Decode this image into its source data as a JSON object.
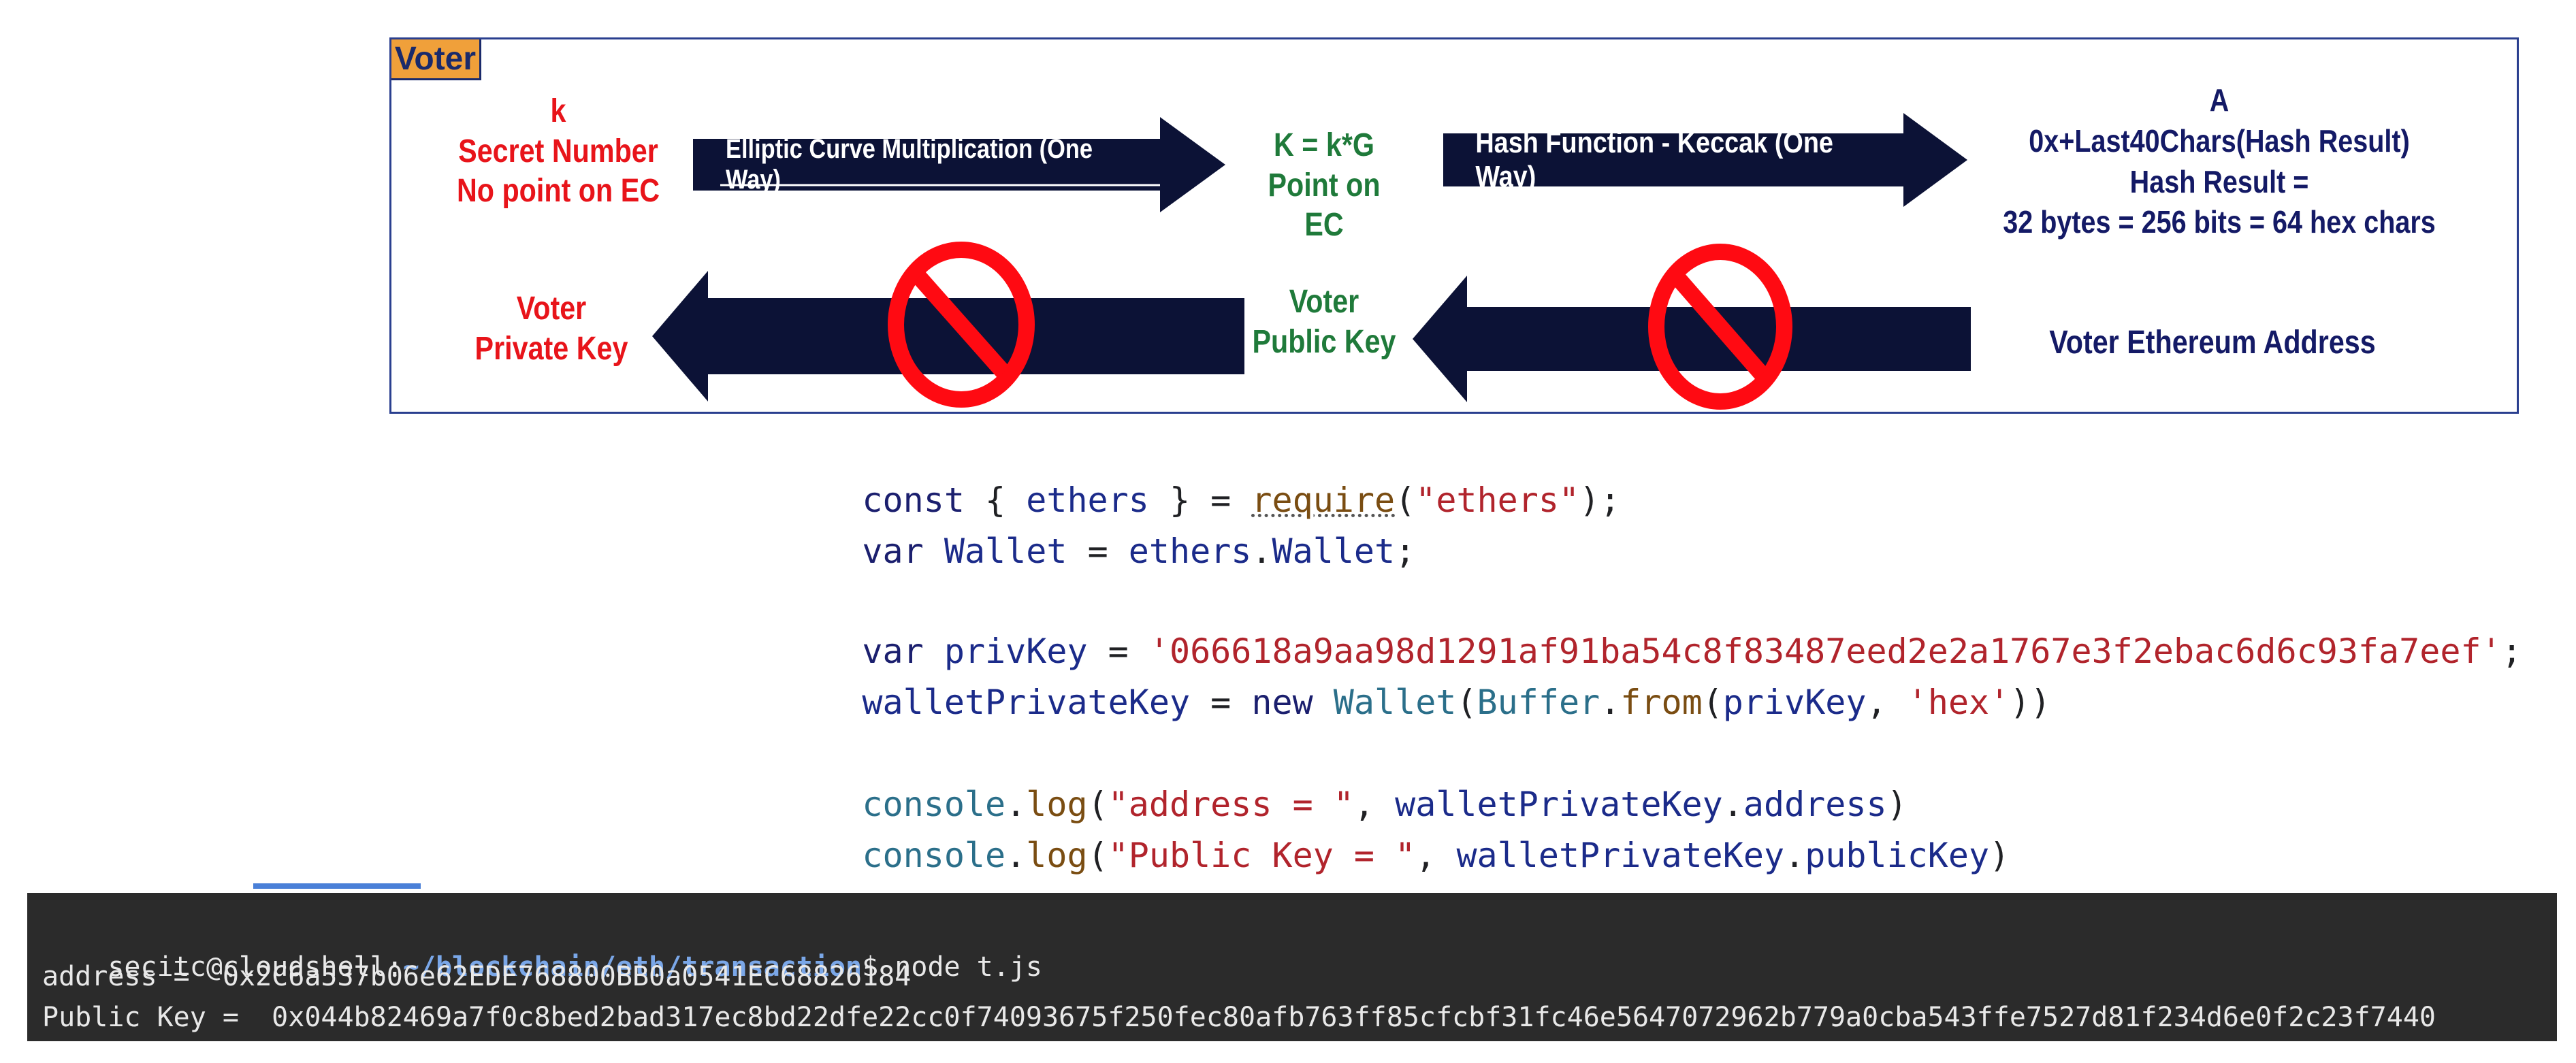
{
  "diagram": {
    "tag": "Voter",
    "secret_number": [
      "k",
      "Secret Number",
      "No point on EC"
    ],
    "ec_multiplication_label": "Elliptic Curve Multiplication (One Way)",
    "public_point": [
      "K = k*G",
      "Point on EC"
    ],
    "hash_function_label": "Hash Function - Keccak (One Way)",
    "address_derivation": [
      "A",
      "0x+Last40Chars(Hash Result)",
      "Hash Result =",
      "32 bytes = 256 bits = 64 hex chars"
    ],
    "private_key": [
      "Voter",
      "Private Key"
    ],
    "public_key": [
      "Voter",
      "Public Key"
    ],
    "ethereum_address": "Voter Ethereum Address",
    "icons": [
      "arrow-right-icon",
      "arrow-left-icon",
      "prohibited-icon"
    ],
    "colors": {
      "red": "#e8141a",
      "green": "#1f7a3a",
      "navy": "#141a66",
      "arrow": "#0c1236",
      "prohibit": "#ff0a12",
      "tag": "#f0a03a"
    }
  },
  "code": {
    "line1": {
      "kw": "const",
      "p1": " { ",
      "id": "ethers",
      "p2": " } = ",
      "fn": "require",
      "p3": "(",
      "str": "\"ethers\"",
      "p4": ");"
    },
    "line2": {
      "kw": "var",
      "p1": " ",
      "id": "Wallet",
      "p2": " = ",
      "id2": "ethers",
      "p3": ".",
      "id3": "Wallet",
      "p4": ";"
    },
    "line3": {
      "kw": "var",
      "p1": " ",
      "id": "privKey",
      "p2": " = ",
      "str": "'066618a9aa98d1291af91ba54c8f83487eed2e2a1767e3f2ebac6d6c93fa7eef'",
      "p3": ";"
    },
    "line4": {
      "id": "walletPrivateKey",
      "p1": " = ",
      "kw": "new",
      "p2": " ",
      "cls": "Wallet",
      "p3": "(",
      "cls2": "Buffer",
      "p4": ".",
      "fn": "from",
      "p5": "(",
      "id2": "privKey",
      "p6": ", ",
      "str": "'hex'",
      "p7": "))"
    },
    "line5": {
      "cls": "console",
      "p1": ".",
      "fn": "log",
      "p2": "(",
      "str": "\"address = \"",
      "p3": ", ",
      "id": "walletPrivateKey",
      "p4": ".",
      "id2": "address",
      "p5": ")"
    },
    "line6": {
      "cls": "console",
      "p1": ".",
      "fn": "log",
      "p2": "(",
      "str": "\"Public Key = \"",
      "p3": ", ",
      "id": "walletPrivateKey",
      "p4": ".",
      "id2": "publicKey",
      "p5": ")"
    }
  },
  "terminal": {
    "prompt_user": "secitc@cloudshell:",
    "prompt_path": "~/blockchain/eth/transaction",
    "prompt_end": "$ node t.js",
    "address_line": "address =  0x2C6a537b06e62EDE768800BB0a0541EC68826184",
    "public_key_line": "Public Key =  0x044b82469a7f0c8bed2bad317ec8bd22dfe22cc0f74093675f250fec80afb763ff85cfcbf31fc46e5647072962b779a0cba543ffe7527d81f234d6e0f2c23f7440"
  }
}
